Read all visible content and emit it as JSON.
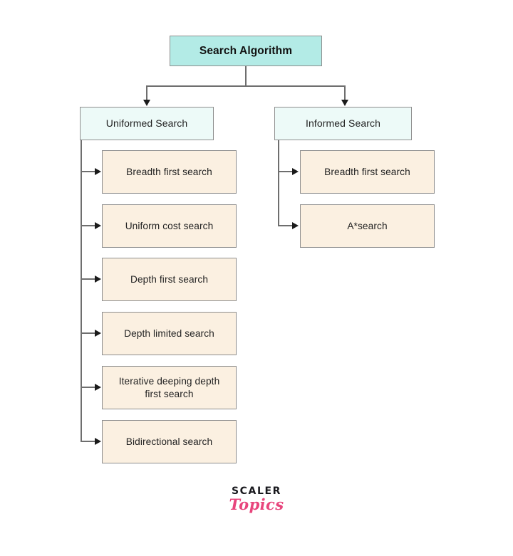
{
  "diagram": {
    "type": "tree",
    "title": "Search Algorithm",
    "colors": {
      "root_fill": "#b3ebe6",
      "level2_fill": "#edfaf8",
      "leaf_fill": "#fbf0e1",
      "border": "#8e8e8e",
      "connector": "#6e6e6e",
      "arrow": "#1b1b1b",
      "background": "#ffffff",
      "brand_pink": "#e8457c",
      "brand_dark": "#19191e"
    },
    "root": {
      "label": "Search Algorithm"
    },
    "branches": [
      {
        "label": "Uniformed Search",
        "children": [
          {
            "label": "Breadth first search"
          },
          {
            "label": "Uniform cost search"
          },
          {
            "label": "Depth first search"
          },
          {
            "label": "Depth limited search"
          },
          {
            "label": "Iterative deeping depth\nfirst search"
          },
          {
            "label": "Bidirectional search"
          }
        ]
      },
      {
        "label": "Informed Search",
        "children": [
          {
            "label": "Breadth first search"
          },
          {
            "label": "A*search"
          }
        ]
      }
    ]
  },
  "branding": {
    "name": "SCALER",
    "sub": "Topics"
  }
}
